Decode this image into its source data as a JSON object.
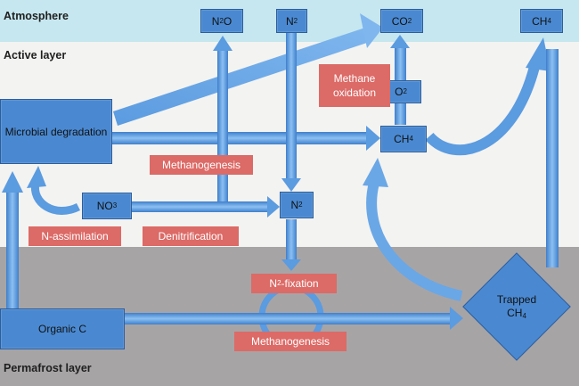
{
  "layers": {
    "atmosphere": "Atmosphere",
    "active": "Active layer",
    "permafrost": "Permafrost layer"
  },
  "nodes": {
    "n2o": {
      "main": "N",
      "sub1": "2",
      "tail": "O"
    },
    "n2_top": {
      "main": "N",
      "sub1": "2"
    },
    "co2": {
      "main": "CO",
      "sub1": "2"
    },
    "ch4_top": {
      "main": "CH",
      "sub1": "4"
    },
    "microbial": "Microbial degradation",
    "o2": {
      "main": "O",
      "sub1": "2"
    },
    "ch4_mid": {
      "main": "CH",
      "sub1": "4"
    },
    "no3": {
      "main": "NO",
      "sub1": "3"
    },
    "n2_mid": {
      "main": "N",
      "sub1": "2"
    },
    "organic_c": "Organic C",
    "trapped": {
      "line1": "Trapped",
      "main": "CH",
      "sub1": "4"
    }
  },
  "processes": {
    "methane_oxidation_1": "Methane",
    "methane_oxidation_2": "oxidation",
    "methanogenesis_top": "Methanogenesis",
    "n_assimilation": "N-assimilation",
    "denitrification": "Denitrification",
    "n2_fixation": {
      "main": "N",
      "sub1": "2",
      "tail": "-fixation"
    },
    "methanogenesis_bottom": "Methanogenesis"
  },
  "colors": {
    "atmosphere": "#c6e7ef",
    "active_layer": "#f3f3f1",
    "permafrost": "#a7a4a6",
    "node": "#4a89d1",
    "process_tag": "#dc6a66",
    "arrow": "#5b9be0"
  }
}
